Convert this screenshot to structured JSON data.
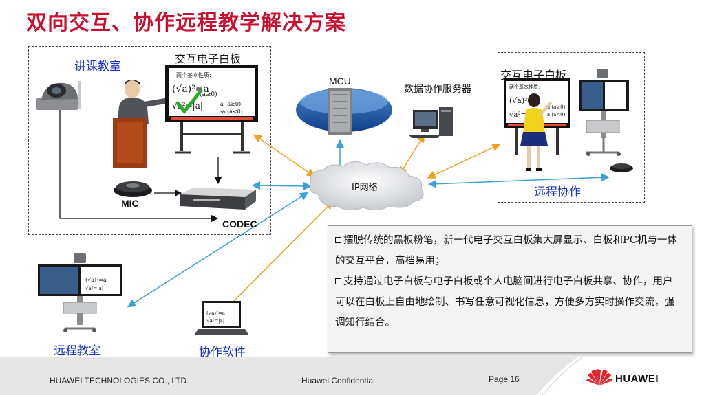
{
  "title": "双向交互、协作远程教学解决方案",
  "lecture_room": {
    "label": "讲课教室",
    "whiteboard_label": "交互电子白板",
    "board_heading": "两个基本性质:",
    "mic_label": "MIC",
    "codec_label": "CODEC"
  },
  "center": {
    "mcu_label": "MCU",
    "server_label": "数据协作服务器",
    "cloud_label": "IP网络"
  },
  "remote_collab": {
    "whiteboard_label": "交互电子白板",
    "label": "远程协作",
    "board_heading": "两个基本性质:"
  },
  "remote_classroom": {
    "label": "远程教室"
  },
  "collab_software": {
    "label": "协作软件"
  },
  "info": {
    "bullet1": "摆脱传统的黑板粉笔，新一代电子交互白板集大屏显示、白板和PC机与一体的交互平台，高档易用；",
    "bullet2": "支持通过电子白板与电子白板或个人电脑间进行电子白板共享、协作，用户可以在白板上自由地绘制、书写任意可视化信息，方便多方实时操作交流，强调知行结合。"
  },
  "footer": {
    "company": "HUAWEI TECHNOLOGIES CO., LTD.",
    "confidential": "Huawei Confidential",
    "page": "Page 16",
    "brand": "HUAWEI"
  },
  "colors": {
    "title": "#c8102e",
    "label_blue": "#1531c8",
    "arrow_orange": "#f0a020",
    "arrow_blue": "#3aa0d8",
    "logo_red": "#e0262c"
  }
}
